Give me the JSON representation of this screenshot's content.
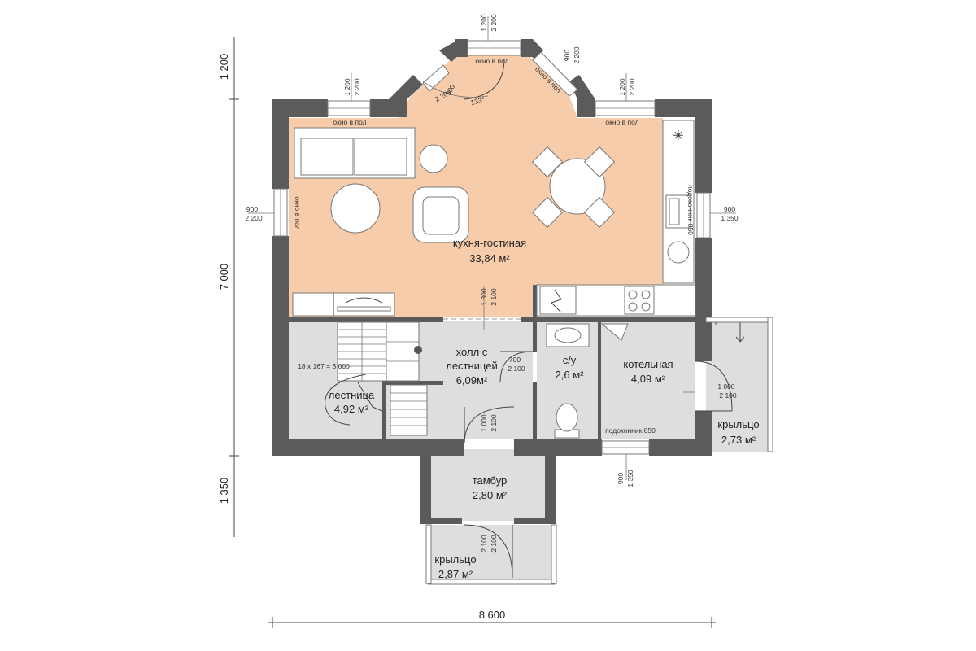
{
  "rooms": {
    "kitchen_living": {
      "name": "кухня-гостиная",
      "area": "33,84 м²"
    },
    "hall": {
      "name_line1": "холл с",
      "name_line2": "лестницей",
      "area": "6,09м²"
    },
    "bathroom": {
      "name": "с/у",
      "area": "2,6 м²"
    },
    "boiler": {
      "name": "котельная",
      "area": "4,09 м²"
    },
    "stairs": {
      "name": "лестница",
      "area": "4,92 м²",
      "steps": "18 x 167 = 3 000"
    },
    "vestibule": {
      "name": "тамбур",
      "area": "2,80 м²"
    },
    "porch_front": {
      "name": "крыльцо",
      "area": "2,87 м²"
    },
    "porch_side": {
      "name": "крыльцо",
      "area": "2,73 м²"
    }
  },
  "dimensions": {
    "overall_width": "8 600",
    "left_top": "1 200",
    "left_mid": "7 000",
    "left_bottom": "1 350"
  },
  "windows": {
    "floor_window": "окно в пол",
    "sill": "подоконник 850",
    "w_top_left": [
      "1 200",
      "2 200"
    ],
    "w_bay_top": [
      "1 200",
      "2 200"
    ],
    "w_bay_right": [
      "900",
      "2 200"
    ],
    "w_bay_left": [
      "900",
      "2 200"
    ],
    "w_top_right": [
      "1 200",
      "2 200"
    ],
    "w_left": [
      "900",
      "2 200"
    ],
    "w_right": [
      "900",
      "1 350"
    ],
    "w_bottom": [
      "900",
      "1 350"
    ]
  },
  "doors": {
    "hall_opening": [
      "1 800",
      "2 100"
    ],
    "bathroom_door": [
      "700",
      "2 100"
    ],
    "boiler_door": [
      "1 000",
      "2 100"
    ],
    "vestibule_door": [
      "1 000",
      "2 100"
    ],
    "entry_door": [
      "2 100",
      "2 100"
    ]
  },
  "bay_angle": "133°"
}
